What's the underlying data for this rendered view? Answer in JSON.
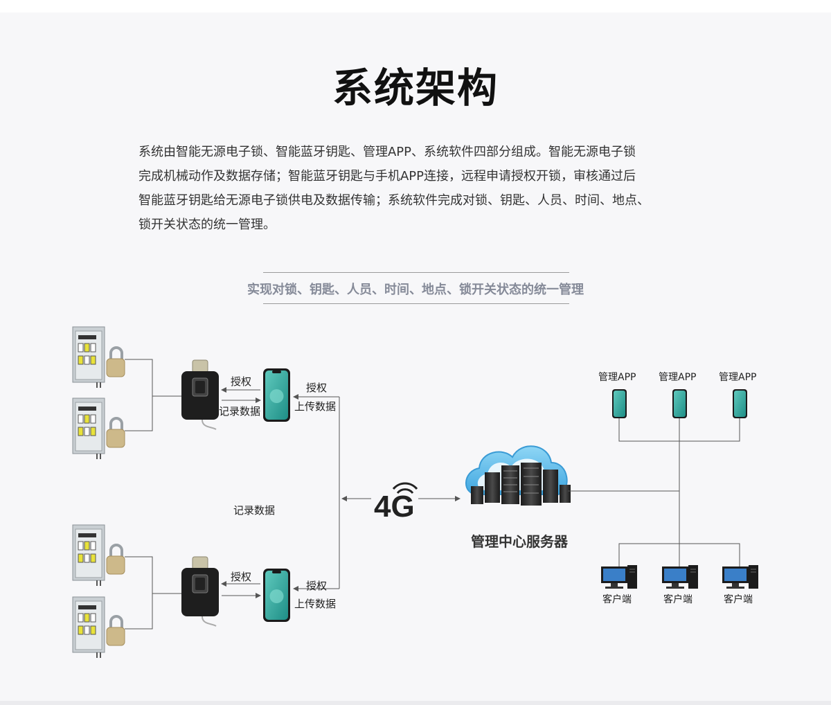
{
  "header": {
    "title": "系统架构",
    "paragraphs": [
      "系统由智能无源电子锁、智能蓝牙钥匙、管理APP、系统软件四部分组成。智能无源电子锁",
      "完成机械动作及数据存储；智能蓝牙钥匙与手机APP连接，远程申请授权开锁，审核通过后",
      "智能蓝牙钥匙给无源电子锁供电及数据传输；系统软件完成对锁、钥匙、人员、时间、地点、",
      "锁开关状态的统一管理。"
    ]
  },
  "diagram": {
    "banner": "实现对锁、钥匙、人员、时间、地点、锁开关状态的统一管理",
    "top_group": {
      "key_to_phone": "授权",
      "phone_to_key": "记录数据",
      "server_to_phone_1": "授权",
      "server_to_phone_2": "上传数据"
    },
    "middle_label": "记录数据",
    "bottom_group": {
      "key_to_phone": "授权",
      "server_to_phone_1": "授权",
      "server_to_phone_2": "上传数据"
    },
    "network_badge": "4G",
    "server_label": "管理中心服务器",
    "apps": [
      "管理APP",
      "管理APP",
      "管理APP"
    ],
    "clients": [
      "客户端",
      "客户端",
      "客户端"
    ],
    "colors": {
      "cabinet": "#c9cfd3",
      "phone_screen": "#3db3a8",
      "key_body": "#1e1e1e",
      "cloud": "#6ec4ec",
      "line": "#555555"
    },
    "icons": [
      "cabinet-icon",
      "padlock-icon",
      "bluetooth-key-icon",
      "smartphone-icon",
      "cloud-server-icon",
      "signal-4g-icon",
      "desktop-computer-icon"
    ]
  }
}
